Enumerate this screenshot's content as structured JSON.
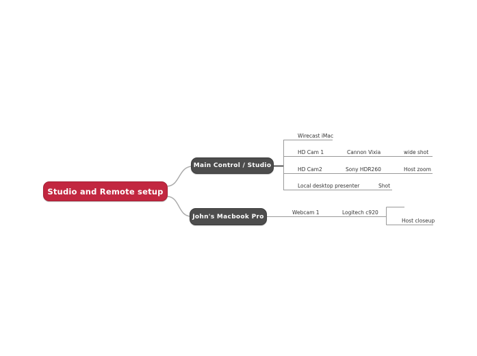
{
  "root": {
    "label": "Studio and Remote setup",
    "color": "#c22740",
    "text_color": "#ffffff"
  },
  "branches": [
    {
      "label": "Main Control / Studio",
      "color": "#4d4d4d",
      "children": [
        {
          "label": "Wirecast iMac",
          "device": "",
          "shot": ""
        },
        {
          "label": "HD Cam 1",
          "device": "Cannon Vixia",
          "shot": "wide shot"
        },
        {
          "label": "HD Cam2",
          "device": "Sony HDR260",
          "shot": "Host zoom"
        },
        {
          "label": "Local desktop presenter",
          "device": "Shot",
          "shot": ""
        }
      ]
    },
    {
      "label": "John's Macbook Pro",
      "color": "#4d4d4d",
      "children": [
        {
          "label": "Webcam 1",
          "device": "Logitech c920",
          "shot": "Host closeup",
          "empty_sibling": ""
        }
      ]
    }
  ],
  "connector_colors": {
    "curve": "#aaaaaa",
    "bracket": "#999999",
    "node_stub": "#555555"
  }
}
